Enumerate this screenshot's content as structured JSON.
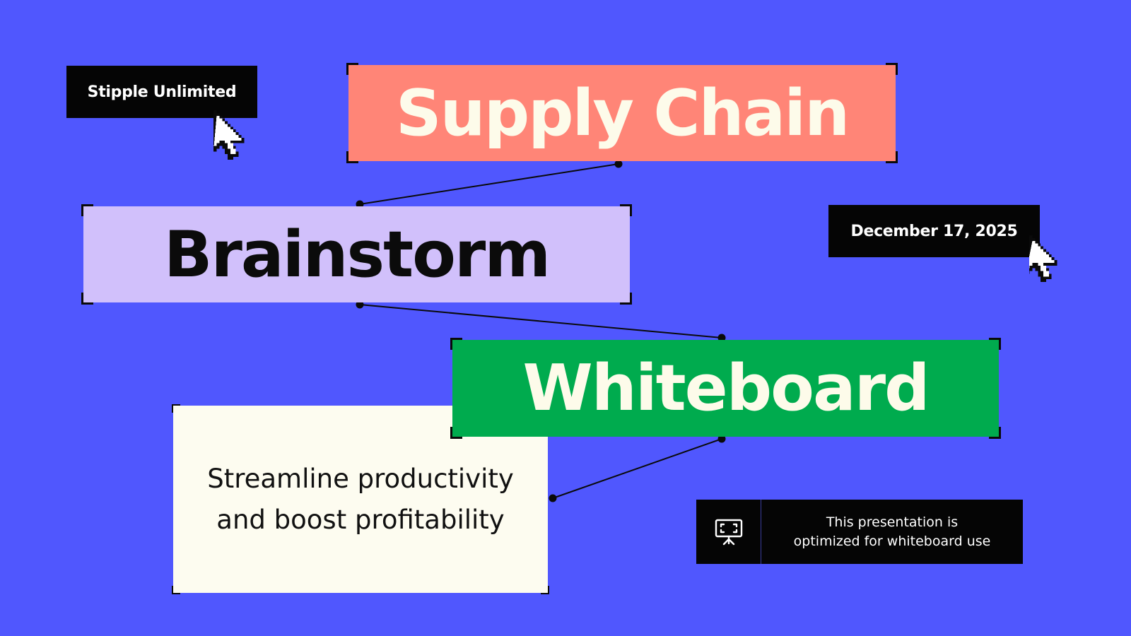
{
  "slide": {
    "background_color": "#5057fe",
    "brand_label": "Stipple Unlimited",
    "date_label": "December 17, 2025",
    "cards": {
      "supply_chain": {
        "text": "Supply Chain",
        "bg": "#ff8577",
        "fg": "#fdfbea"
      },
      "brainstorm": {
        "text": "Brainstorm",
        "bg": "#d1c0fb",
        "fg": "#0b0b0b"
      },
      "whiteboard": {
        "text": "Whiteboard",
        "bg": "#00ab4e",
        "fg": "#fdfbea"
      }
    },
    "tagline": {
      "line1": "Streamline productivity",
      "line2": "and boost profitability"
    },
    "note": {
      "icon": "presentation-board-icon",
      "line1": "This presentation is",
      "line2": "optimized for whiteboard use"
    },
    "cursor_icon": "pixel-arrow-cursor-icon"
  }
}
